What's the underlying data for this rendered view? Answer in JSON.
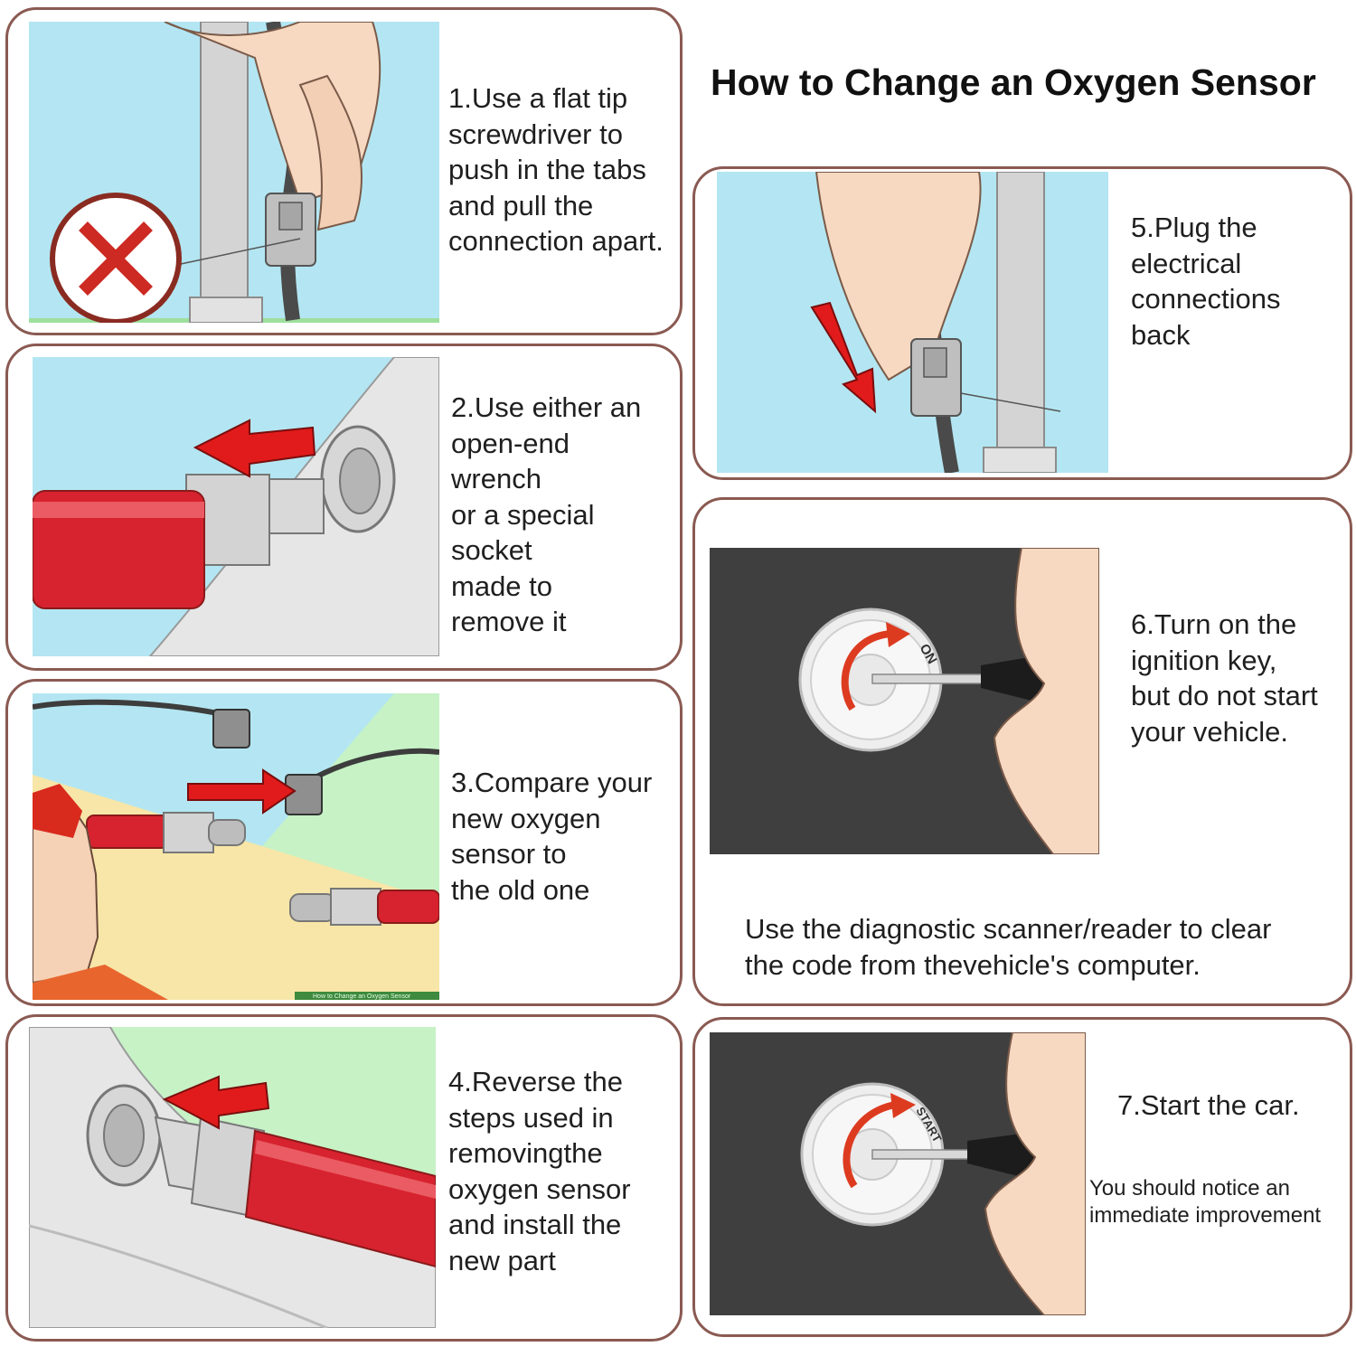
{
  "title": "How to Change an Oxygen Sensor",
  "steps": [
    {
      "text": "1.Use a flat tip\nscrewdriver to\npush in the tabs\nand pull the\nconnection apart."
    },
    {
      "text": "2.Use either an\nopen-end\nwrench\nor a special\nsocket\nmade to\nremove it"
    },
    {
      "text": "3.Compare your\nnew oxygen\nsensor to\nthe old one"
    },
    {
      "text": "4.Reverse the\nsteps used in\nremovingthe\noxygen sensor\nand install the\nnew part"
    },
    {
      "text": "5.Plug the\nelectrical\nconnections\nback"
    },
    {
      "text": "6.Turn on the\nignition key,\nbut do not start\nyour vehicle.",
      "note": "Use the diagnostic scanner/reader to clear\nthe code from thevehicle's computer."
    },
    {
      "text": "7.Start the car.",
      "note": "You should notice an\nimmediate improvement"
    }
  ],
  "ignition": {
    "on_label": "ON",
    "start_label": "START"
  },
  "watermark": "How to Change an Oxygen Sensor",
  "colors": {
    "border": "#8a5a52",
    "sky": "#b3e6f2",
    "mint": "#c6f2c6",
    "dash": "#3f3f3f",
    "sensor_red": "#d7232f",
    "arrow_red": "#e11b1b"
  }
}
